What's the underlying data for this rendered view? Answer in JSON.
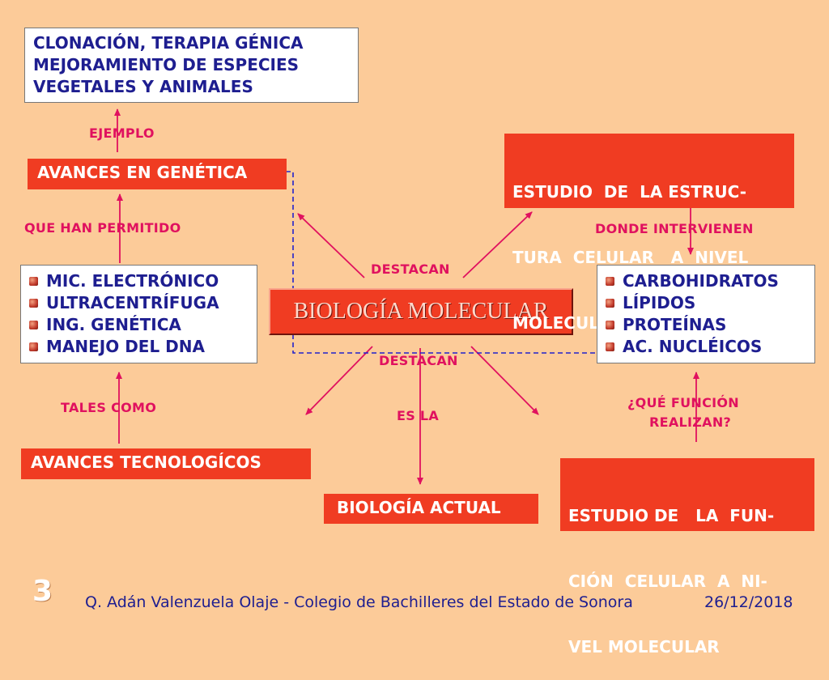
{
  "diagram": {
    "center": "BIOLOGÍA MOLECULAR",
    "examples_box": [
      "CLONACIÓN, TERAPIA GÉNICA",
      "MEJORAMIENTO DE ESPECIES",
      "VEGETALES  Y ANIMALES"
    ],
    "avances_genetica": "AVANCES EN GENÉTICA",
    "tools_box": [
      "MIC. ELECTRÓNICO",
      "ULTRACENTRÍFUGA",
      "ING. GENÉTICA",
      "MANEJO  DEL  DNA"
    ],
    "avances_tecnologicos": "AVANCES  TECNOLOGÍCOS",
    "biologia_actual": "BIOLOGÍA ACTUAL",
    "estructura_box": [
      "ESTUDIO  DE  LA ESTRUC-",
      "TURA  CELULAR   A  NIVEL",
      "MOLECULAR"
    ],
    "molecules_box": [
      "CARBOHIDRATOS",
      "LÍPIDOS",
      "PROTEÍNAS",
      "AC. NUCLÉICOS"
    ],
    "funcion_box": [
      "ESTUDIO DE   LA  FUN-",
      "CIÓN  CELULAR  A  NI-",
      "VEL MOLECULAR"
    ],
    "labels": {
      "ejemplo": "EJEMPLO",
      "que_han_permitido": "QUE  HAN PERMITIDO",
      "tales_como": "TALES COMO",
      "destacan_top": "DESTACAN",
      "destacan_bottom": "DESTACAN",
      "es_la": "ES LA",
      "donde_intervienen": "DONDE INTERVIENEN",
      "que_funcion_1": "¿QUÉ FUNCIÓN",
      "que_funcion_2": "REALIZAN?"
    },
    "colors": {
      "background": "#FCCB99",
      "red_box": "#F03C22",
      "text_blue": "#1E1E90",
      "label_magenta": "#E0115F",
      "dashed": "#2222CC"
    }
  },
  "footer": {
    "slide_number": "3",
    "credit": "Q. Adán Valenzuela Olaje - Colegio de Bachilleres del Estado de Sonora",
    "date": "26/12/2018"
  }
}
